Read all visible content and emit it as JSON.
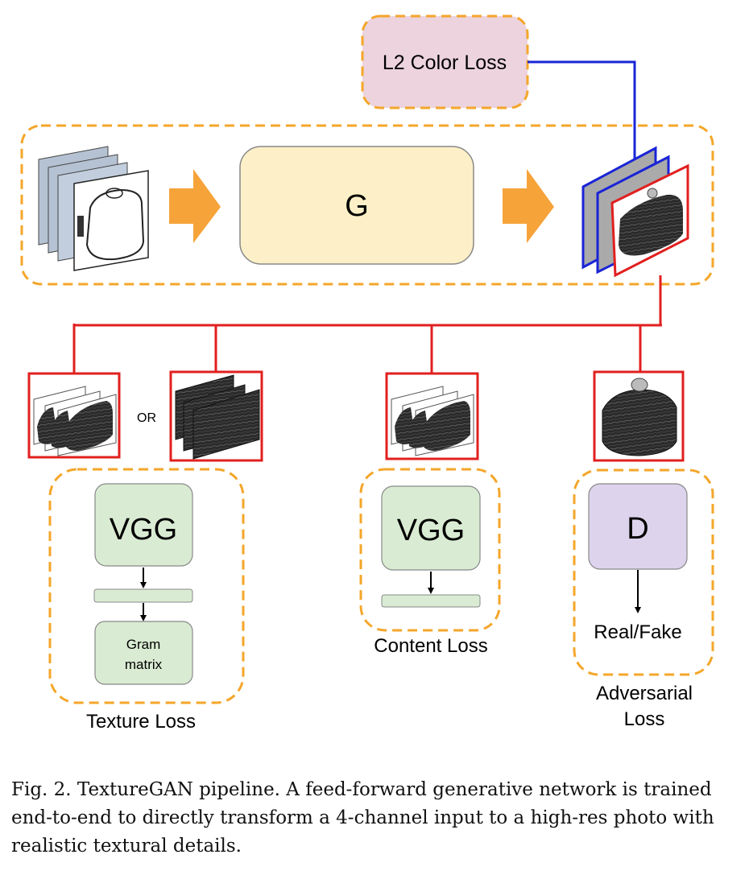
{
  "diagram": {
    "l2_color_loss": "L2 Color Loss",
    "generator": "G",
    "or_text": "OR",
    "texture_vgg": "VGG",
    "gram_line1": "Gram",
    "gram_line2": "matrix",
    "texture_loss": "Texture Loss",
    "content_vgg": "VGG",
    "content_loss": "Content Loss",
    "discriminator": "D",
    "real_fake": "Real/Fake",
    "adversarial_line1": "Adversarial",
    "adversarial_line2": "Loss"
  },
  "caption": "Fig. 2.  TextureGAN pipeline. A feed-forward generative network is trained end-to-end to directly transform a 4-channel input to a high-res photo with realistic textural details.",
  "colors": {
    "orange_dash": "#f4a62a",
    "arrow_orange": "#f6a33a",
    "generator_fill": "#fdf0c8",
    "l2_fill": "#ecd3dd",
    "vgg_fill": "#d9ecd3",
    "d_fill": "#ddd3ec",
    "red": "#e0201f",
    "blue": "#1a24d6"
  }
}
